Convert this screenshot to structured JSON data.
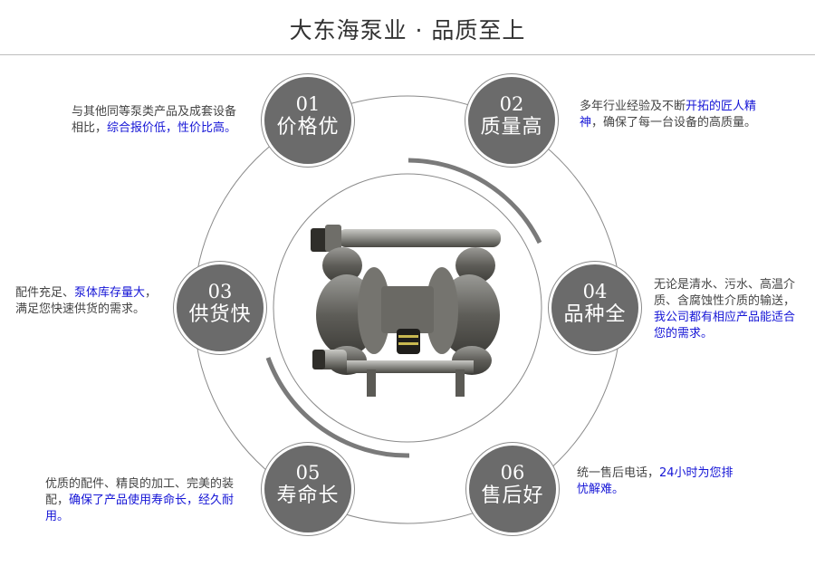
{
  "header": {
    "title": "大东海泵业 · 品质至上"
  },
  "colors": {
    "badge_fill": "#6b6b6b",
    "highlight_text": "#1515d6",
    "body_text": "#444444",
    "ring_line": "#8a8a8a",
    "arc_thick": "#7a7a7a"
  },
  "center_image": {
    "icon": "diaphragm-pump-image"
  },
  "features": [
    {
      "num": "01",
      "label": "价格优",
      "text_plain": "与其他同等泵类产品及成套设备相比，",
      "text_highlight": "综合报价低，性价比高。",
      "text_tail": ""
    },
    {
      "num": "02",
      "label": "质量高",
      "text_plain": "多年行业经验及不断",
      "text_highlight": "开拓的匠人精神",
      "text_tail": "，确保了每一台设备的高质量。"
    },
    {
      "num": "03",
      "label": "供货快",
      "text_plain": "配件充足、",
      "text_highlight": "泵体库存量大",
      "text_tail": "，满足您快速供货的需求。"
    },
    {
      "num": "04",
      "label": "品种全",
      "text_plain": "无论是清水、污水、高温介质、含腐蚀性介质的输送，",
      "text_highlight": "我公司都有相应产品能适合您的需求。",
      "text_tail": ""
    },
    {
      "num": "05",
      "label": "寿命长",
      "text_plain": "优质的配件、精良的加工、完美的装配，",
      "text_highlight": "确保了产品使用寿命长，经久耐用。",
      "text_tail": ""
    },
    {
      "num": "06",
      "label": "售后好",
      "text_plain": "统一售后电话，",
      "text_highlight": "24小时为您排忧解难。",
      "text_tail": ""
    }
  ]
}
